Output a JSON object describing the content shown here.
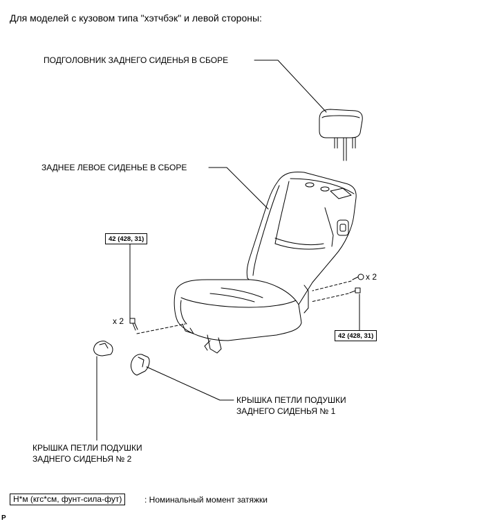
{
  "header": {
    "title": "Для моделей с кузовом типа \"хэтчбэк\" и левой стороны:"
  },
  "labels": {
    "headrest": "ПОДГОЛОВНИК ЗАДНЕГО СИДЕНЬЯ В СБОРЕ",
    "seat": "ЗАДНЕЕ ЛЕВОЕ СИДЕНЬЕ В СБОРЕ",
    "hinge_cover_1_line1": "КРЫШКА ПЕТЛИ ПОДУШКИ",
    "hinge_cover_1_line2": "ЗАДНЕГО СИДЕНЬЯ № 1",
    "hinge_cover_2_line1": "КРЫШКА ПЕТЛИ ПОДУШКИ",
    "hinge_cover_2_line2": "ЗАДНЕГО СИДЕНЬЯ № 2"
  },
  "fasteners": {
    "torque_left": "42 (428, 31)",
    "torque_right": "42 (428, 31)",
    "qty_left": "x 2",
    "qty_right": "x 2"
  },
  "legend": {
    "unit_box": "Н*м (кгс*см, фунт-сила-фут)",
    "description": ": Номинальный момент затяжки"
  },
  "footer": {
    "code": "P"
  }
}
